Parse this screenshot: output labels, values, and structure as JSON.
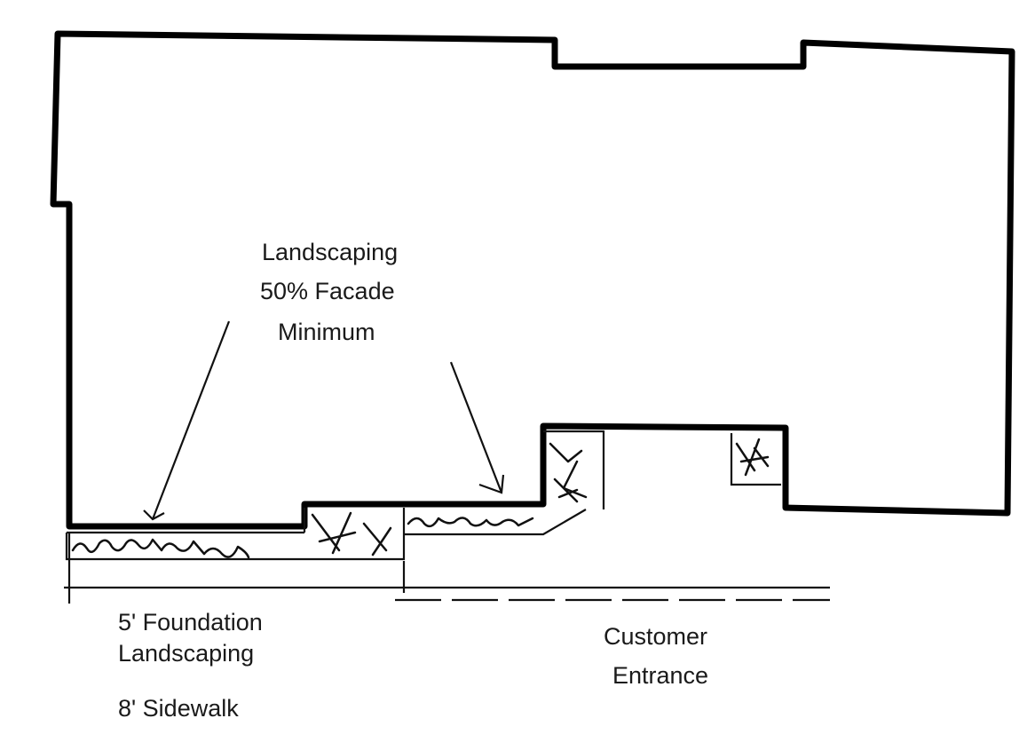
{
  "annotation": {
    "line1": "Landscaping",
    "line2": "50% Facade",
    "line3": "Minimum"
  },
  "labels": {
    "foundation_line1": "5' Foundation",
    "foundation_line2": "Landscaping",
    "sidewalk": "8' Sidewalk",
    "entrance_line1": "Customer",
    "entrance_line2": "Entrance"
  }
}
